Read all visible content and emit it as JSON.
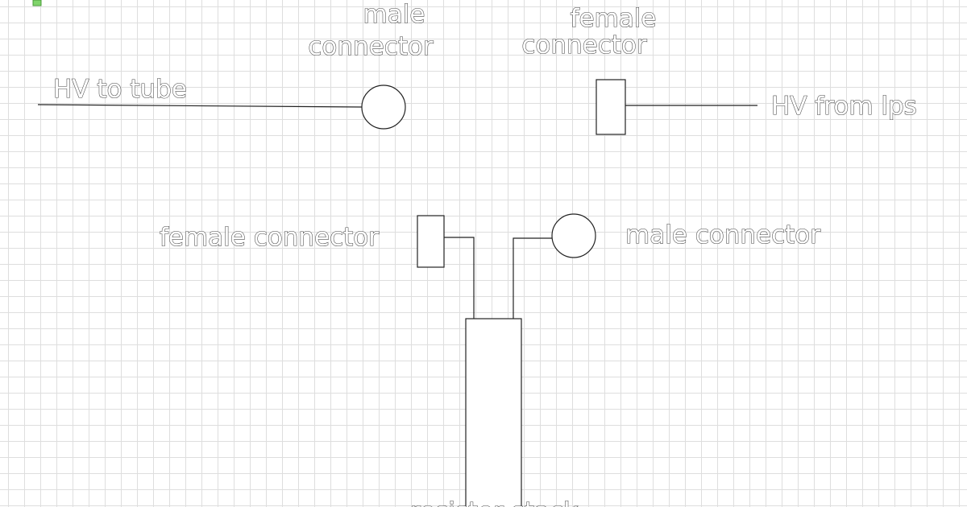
{
  "colors": {
    "grid": "#dedede",
    "line": "#222222",
    "text_outline": "#444444",
    "marker": "#7fd46a"
  },
  "labels": {
    "male_connector_top_line1": "male",
    "male_connector_top_line2": "connector",
    "female_connector_top_line1": "female",
    "female_connector_top_line2": "connector",
    "hv_to_tube": "HV to tube",
    "hv_from_lps": "HV from lps",
    "female_connector_mid": "female connector",
    "male_connector_mid": "male connector",
    "resistor_stack": "resistor stack"
  }
}
